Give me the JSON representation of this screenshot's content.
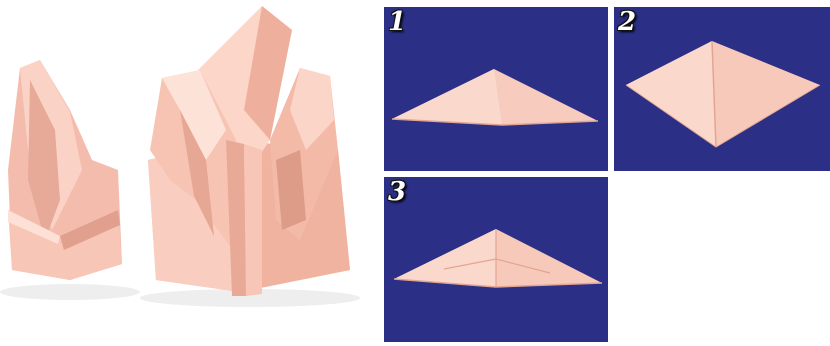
{
  "colors": {
    "napkin": "#f6c3b4",
    "napkin_shadow": "#e3a592",
    "napkin_highlight": "#fde3da",
    "panel_bg": "#2b2f86"
  },
  "steps": [
    {
      "number": "1"
    },
    {
      "number": "2"
    },
    {
      "number": "3"
    }
  ]
}
